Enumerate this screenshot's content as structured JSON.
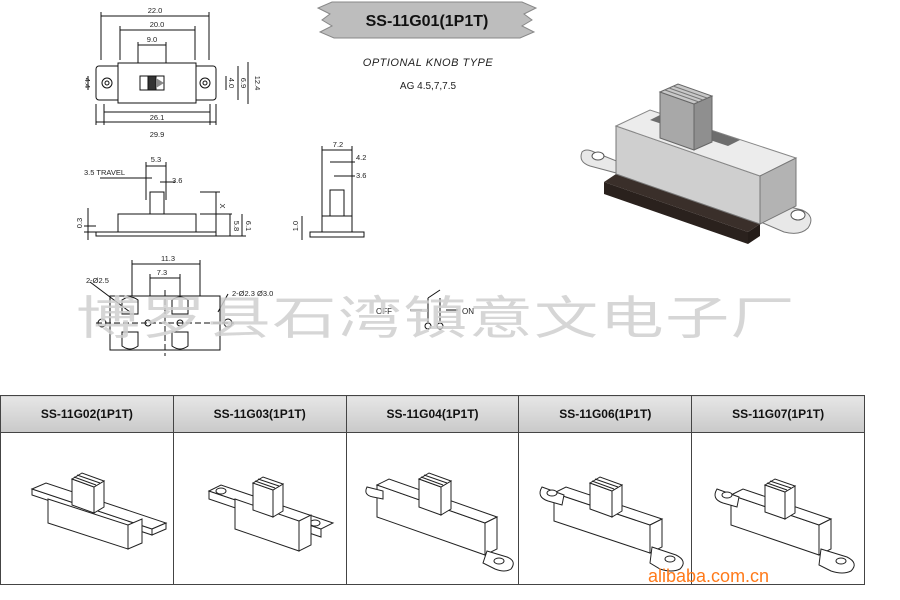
{
  "header": {
    "title": "SS-11G01(1P1T)",
    "subtitle": "OPTIONAL KNOB TYPE",
    "ag_values": "AG 4.5,7,7.5"
  },
  "dimensions": {
    "d220": "22.0",
    "d200": "20.0",
    "d90": "9.0",
    "d44": "4.4",
    "d40": "4.0",
    "d69": "6.9",
    "d124": "12.4",
    "d261": "26.1",
    "d299": "29.9",
    "d53": "5.3",
    "d35travel": "3.5 TRAVEL",
    "d36a": "3.6",
    "d03": "0.3",
    "dx": "X",
    "d58": "5.8",
    "d61": "6.1",
    "d72": "7.2",
    "d42": "4.2",
    "d36b": "3.6",
    "d10": "1.0",
    "d113": "11.3",
    "d73": "7.3",
    "d2o25": "2-Ø2.5",
    "d2o23": "2-Ø2.3 Ø3.0"
  },
  "schematic": {
    "off": "OFF",
    "on": "ON"
  },
  "watermark": "博罗县石湾镇意文电子厂",
  "models": [
    {
      "name": "SS-11G02(1P1T)"
    },
    {
      "name": "SS-11G03(1P1T)"
    },
    {
      "name": "SS-11G04(1P1T)"
    },
    {
      "name": "SS-11G06(1P1T)"
    },
    {
      "name": "SS-11G07(1P1T)"
    }
  ],
  "source_mark": "alibaba.com.cn",
  "colors": {
    "body_metal": "#d9d9d9",
    "base_dark": "#3a2f2a",
    "knob": "#bdbdbd",
    "brand_orange": "#ff7a1a"
  }
}
